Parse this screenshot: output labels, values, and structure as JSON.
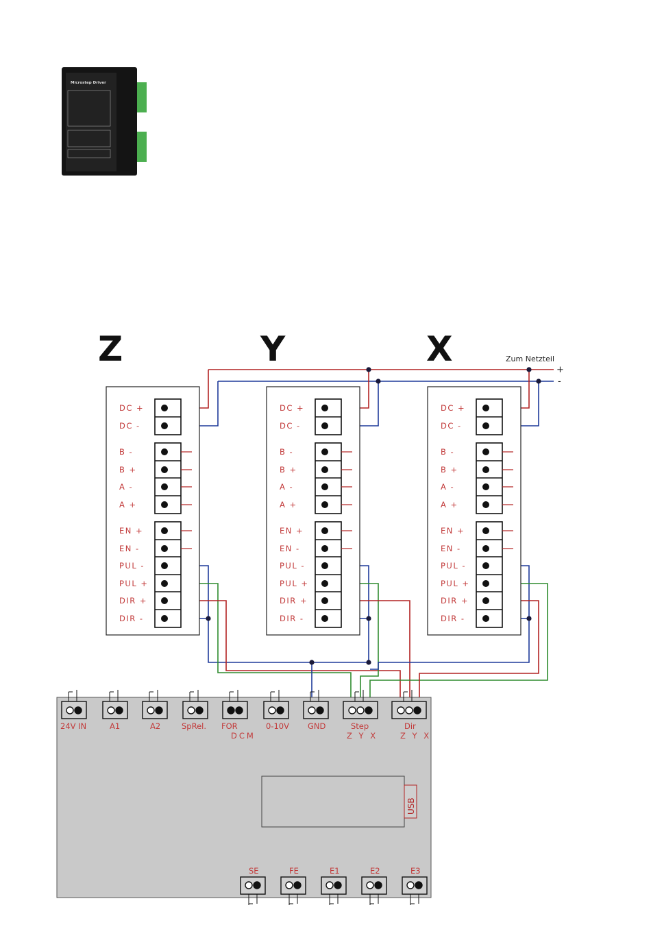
{
  "product_photo": {
    "icon": "stepper-driver-photo",
    "label": "Microstep Driver"
  },
  "axis_headings": [
    "Z",
    "Y",
    "X"
  ],
  "supply_note": "Zum Netzteil",
  "supply_plus": "+",
  "supply_minus": "-",
  "driver_pins": [
    "DC +",
    "DC -",
    "B -",
    "B +",
    "A -",
    "A +",
    "EN +",
    "EN -",
    "PUL -",
    "PUL +",
    "DIR +",
    "DIR -"
  ],
  "controller": {
    "top_ports": [
      "24V IN",
      "A1",
      "A2",
      "SpRel.",
      "FOR",
      "0-10V",
      "GND",
      "Step",
      "Dir"
    ],
    "top_port_sublabels": [
      "",
      "",
      "",
      "",
      "DCM",
      "",
      "",
      "Z Y X",
      "Z Y X"
    ],
    "bottom_ports": [
      "SE",
      "FE",
      "E1",
      "E2",
      "E3"
    ],
    "usb_label": "USB"
  },
  "colors": {
    "positive_wire": "#b22222",
    "negative_wire": "#1e3a9a",
    "pulse_wire": "#2e8b2e",
    "label_red": "#c23a3a",
    "controller_fill": "#c9c9c9"
  }
}
